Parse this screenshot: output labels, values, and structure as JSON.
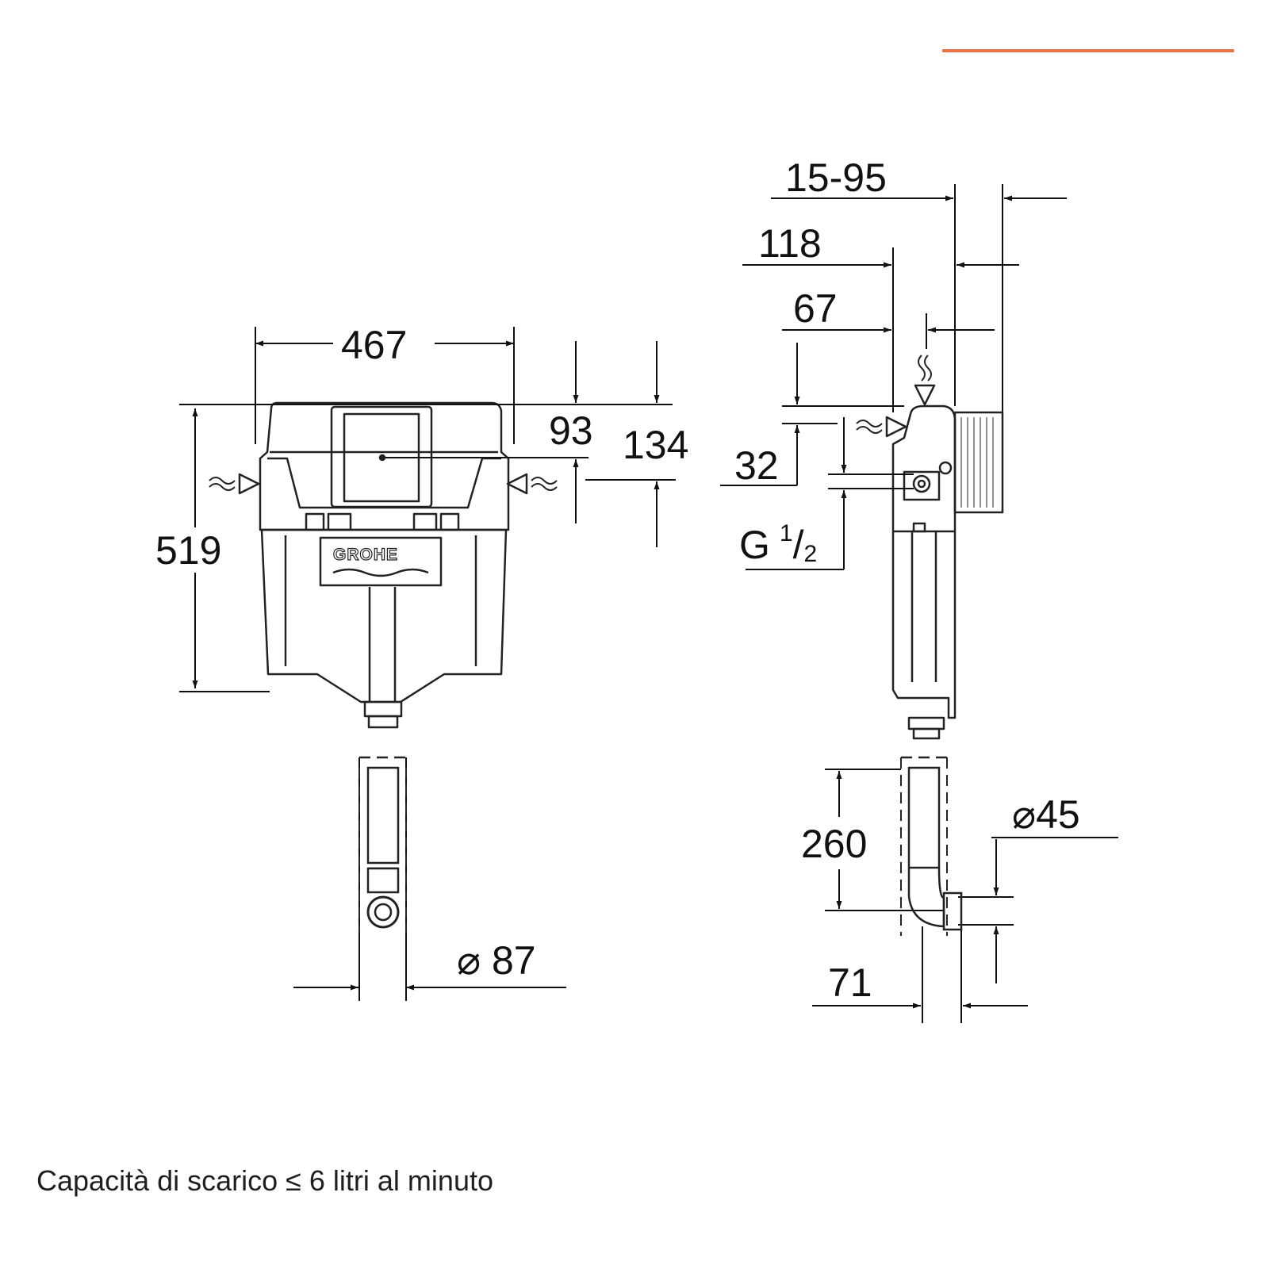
{
  "accent_color": "#e8724a",
  "brand_logo": "GROHE",
  "dimensions": {
    "width_467": "467",
    "height_519": "519",
    "d93": "93",
    "d134": "134",
    "d15_95": "15-95",
    "d118": "118",
    "d67": "67",
    "d32": "32",
    "thread": "G",
    "thread_num": "1",
    "thread_den": "2",
    "d87": "87",
    "d260": "260",
    "d45": "45",
    "d71": "71"
  },
  "caption": "Capacità di scarico ≤ 6 litri al minuto"
}
